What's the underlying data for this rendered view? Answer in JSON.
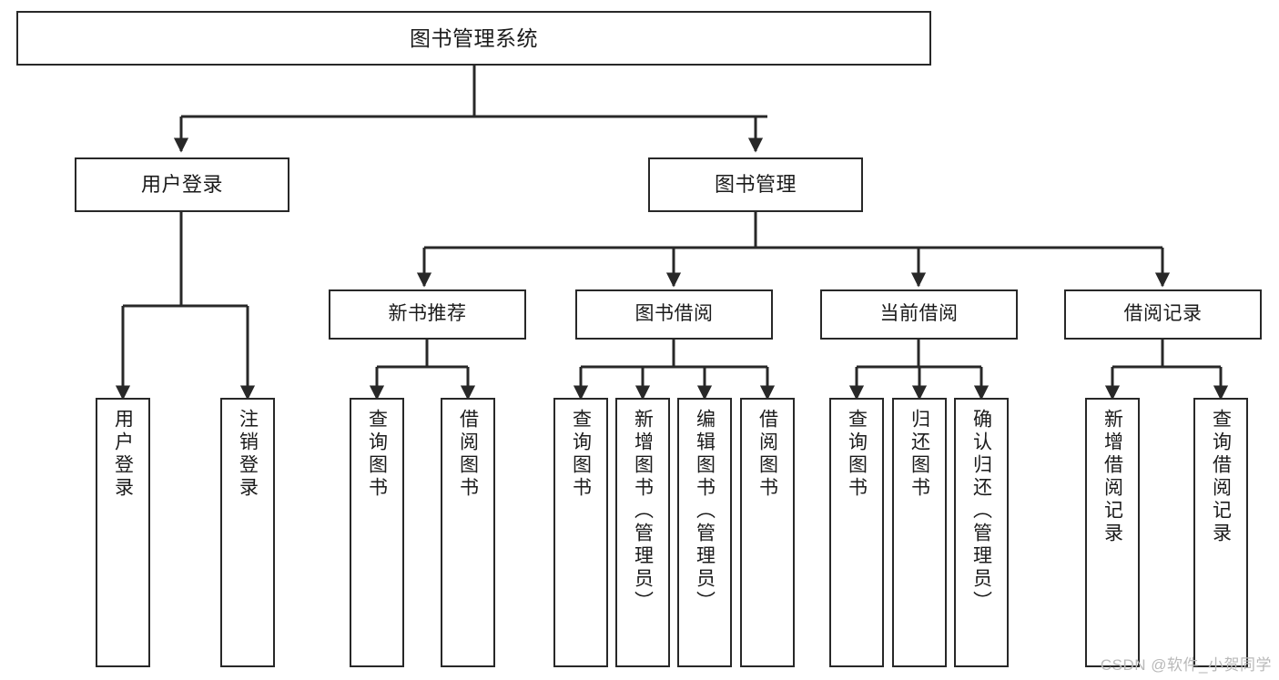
{
  "diagram": {
    "title": "图书管理系统",
    "type": "tree-hierarchy",
    "colors": {
      "box_border": "#282828",
      "box_fill": "#ffffff",
      "edge": "#282828",
      "text": "#1b1b1b",
      "watermark": "#b9b9b9",
      "background": "#ffffff"
    }
  },
  "nodes": {
    "root": {
      "label": "图书管理系统"
    },
    "level2": [
      {
        "label": "用户登录"
      },
      {
        "label": "图书管理"
      }
    ],
    "level3": [
      {
        "label": "新书推荐"
      },
      {
        "label": "图书借阅"
      },
      {
        "label": "当前借阅"
      },
      {
        "label": "借阅记录"
      }
    ],
    "leaves": {
      "user_login": [
        {
          "label": "用户登录"
        },
        {
          "label": "注销登录"
        }
      ],
      "new_book_recommend": [
        {
          "label": "查询图书"
        },
        {
          "label": "借阅图书"
        }
      ],
      "book_borrow": [
        {
          "label": "查询图书"
        },
        {
          "label": "新增图书（管理员）"
        },
        {
          "label": "编辑图书（管理员）"
        },
        {
          "label": "借阅图书"
        }
      ],
      "current_borrow": [
        {
          "label": "查询图书"
        },
        {
          "label": "归还图书"
        },
        {
          "label": "确认归还（管理员）"
        }
      ],
      "borrow_records": [
        {
          "label": "新增借阅记录"
        },
        {
          "label": "查询借阅记录"
        }
      ]
    }
  },
  "watermark": {
    "text": "CSDN @软件_小贺同学"
  }
}
